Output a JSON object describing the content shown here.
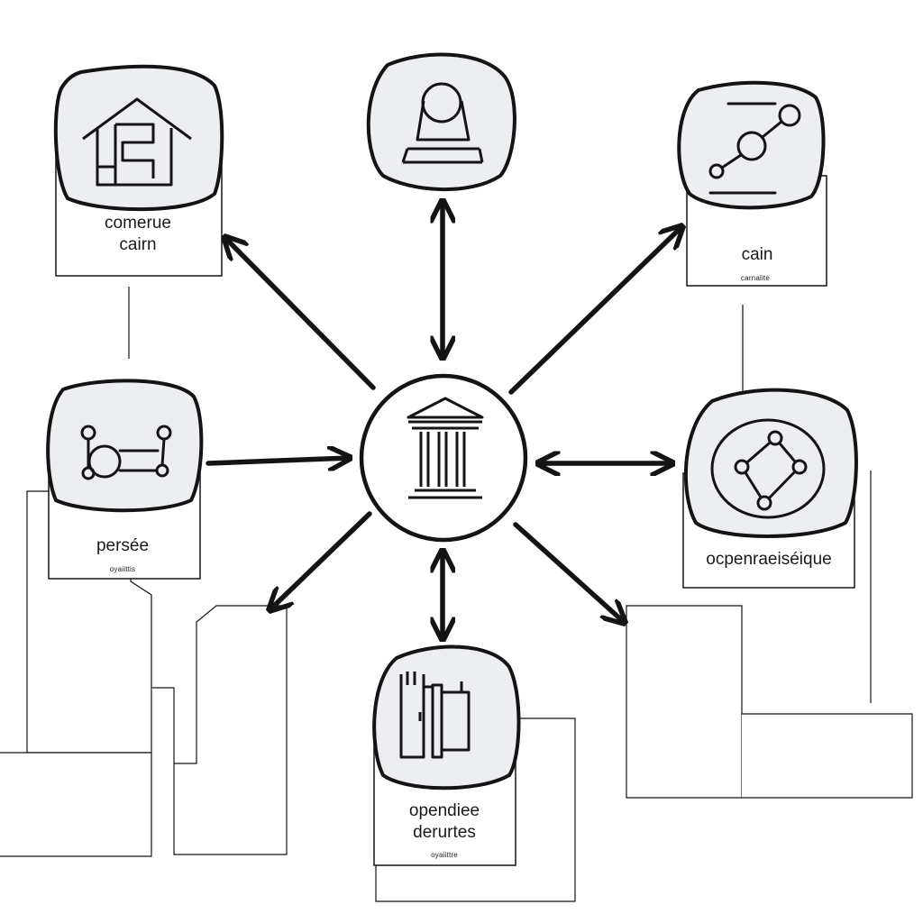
{
  "colors": {
    "stroke": "#141414",
    "panel_fill": "#ffffff",
    "icon_bg": "#eceef2",
    "background": "#ffffff"
  },
  "hub": {
    "icon": "bank-columns-icon"
  },
  "nodes": [
    {
      "id": "top-left",
      "icon": "house-icon",
      "lines": [
        "comerue",
        "cairn"
      ],
      "tiny": ""
    },
    {
      "id": "top-center",
      "icon": "pedestal-sphere-icon",
      "lines": [],
      "tiny": ""
    },
    {
      "id": "top-right",
      "icon": "connected-nodes-icon",
      "lines": [
        "cain"
      ],
      "tiny": "carnalite"
    },
    {
      "id": "mid-left",
      "icon": "bench-joints-icon",
      "lines": [
        "persée"
      ],
      "tiny": "oyaiittis"
    },
    {
      "id": "mid-right",
      "icon": "diamond-network-icon",
      "lines": [
        "ocpenraeiséique"
      ],
      "tiny": ""
    },
    {
      "id": "bottom-center",
      "icon": "folders-icon",
      "lines": [
        "opendiee",
        "derurtes"
      ],
      "tiny": "oyaiittre"
    }
  ]
}
